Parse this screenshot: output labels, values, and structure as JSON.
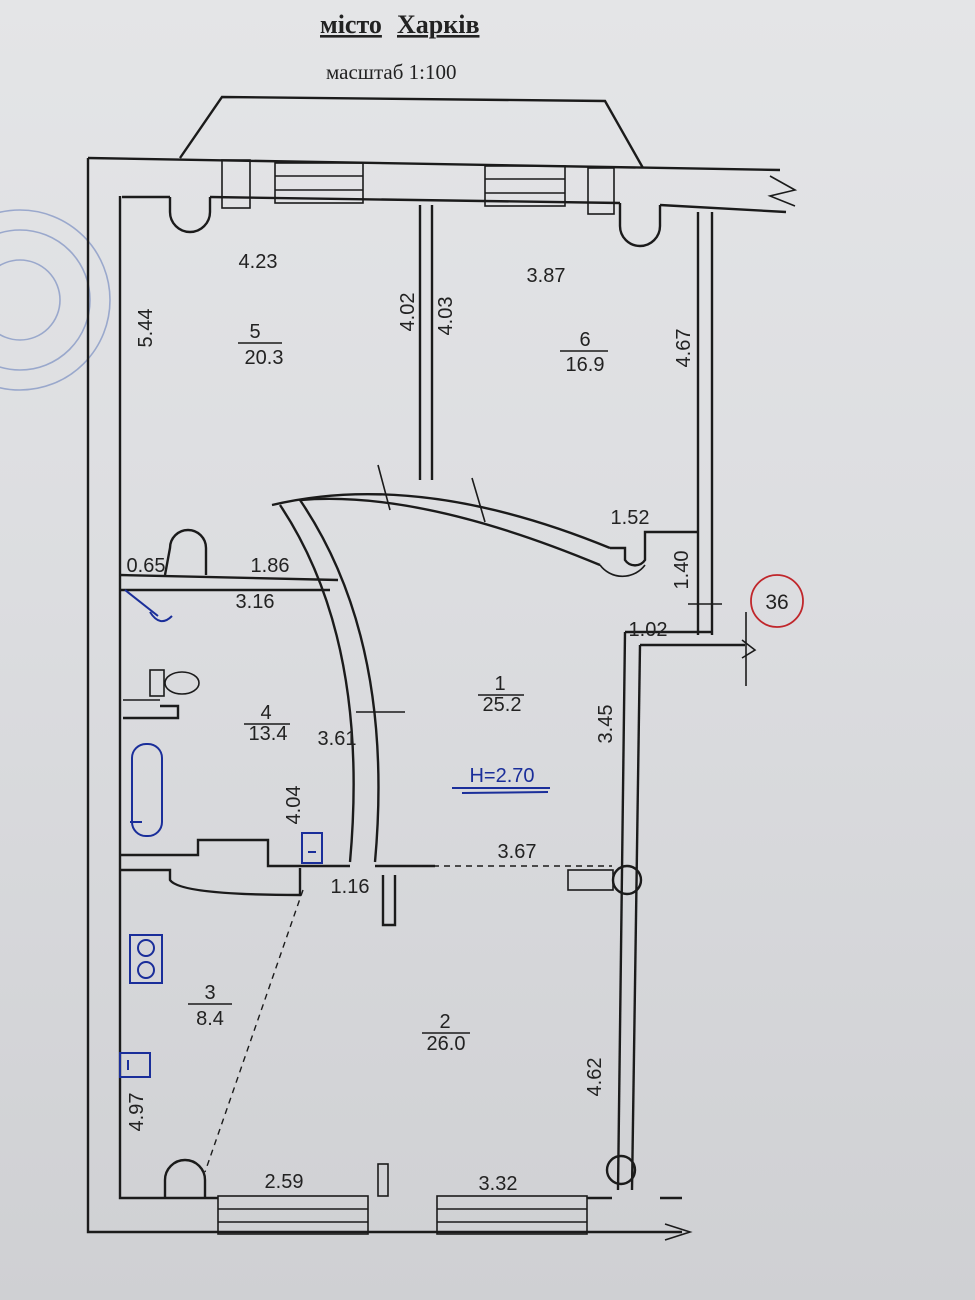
{
  "header": {
    "city_prefix": "місто",
    "city_name": "Харків",
    "scale": "масштаб 1:100"
  },
  "rooms": [
    {
      "number": "5",
      "area": "20.3"
    },
    {
      "number": "6",
      "area": "16.9"
    },
    {
      "number": "1",
      "area": "25.2"
    },
    {
      "number": "4",
      "area": "13.4"
    },
    {
      "number": "3",
      "area": "8.4"
    },
    {
      "number": "2",
      "area": "26.0"
    }
  ],
  "dimensions": {
    "room5_width": "4.23",
    "room5_length": "5.44",
    "room5_right": "4.02",
    "room6_left": "4.03",
    "room6_width": "3.87",
    "room6_length": "4.67",
    "corridor_152": "1.52",
    "corridor_140": "1.40",
    "corridor_102": "1.02",
    "small_065": "0.65",
    "wall_186": "1.86",
    "bath_316": "3.16",
    "bath_361": "3.61",
    "bath_404": "4.04",
    "hall_345": "3.45",
    "hall_367": "3.67",
    "door_116": "1.16",
    "kitchen_497": "4.97",
    "kitchen_259": "2.59",
    "living_332": "3.32",
    "living_462": "4.62"
  },
  "ceiling_height": "H=2.70",
  "sheet_number": "36",
  "colors": {
    "ink": "#1b1b1b",
    "pen_blue": "#1a2e9a",
    "circle_red": "#c0262b",
    "stamp": "#6a82bd"
  }
}
